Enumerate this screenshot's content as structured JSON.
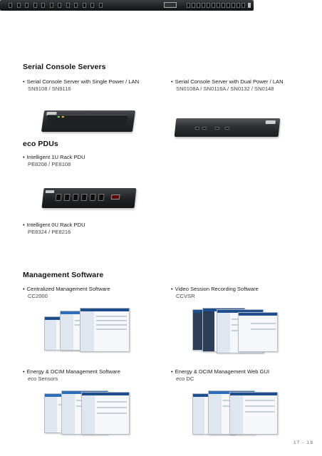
{
  "sections": {
    "serial": {
      "title": "Serial Console Servers",
      "items": [
        {
          "title": "Serial Console Server with Single Power / LAN",
          "models": "SN9108 / SN9116"
        },
        {
          "title": "Serial Console Server with Dual Power / LAN",
          "models": "SN0108A / SN0116A / SN0132 / SN0148"
        }
      ]
    },
    "pdu": {
      "title": "eco PDUs",
      "items": [
        {
          "title": "Intelligent 1U Rack PDU",
          "models": "PE8208 / PE8108"
        },
        {
          "title": "Intelligent 0U Rack PDU",
          "models": "PE8324 / PE8216"
        }
      ]
    },
    "software": {
      "title": "Management Software",
      "items": [
        {
          "title": "Centralized Management Software",
          "models": "CC2000"
        },
        {
          "title": "Video Session Recording Software",
          "models": "CCVSR"
        },
        {
          "title": "Energy & DCIM Management Software",
          "models": "eco Sensors"
        },
        {
          "title": "Energy & DCIM Management Web GUI",
          "models": "eco DC"
        }
      ]
    }
  },
  "footer": {
    "page_numbers": "17 - 18"
  },
  "colors": {
    "heading": "#111111",
    "body": "#1a1a1a",
    "ui_accent": "#1f4e8c"
  }
}
